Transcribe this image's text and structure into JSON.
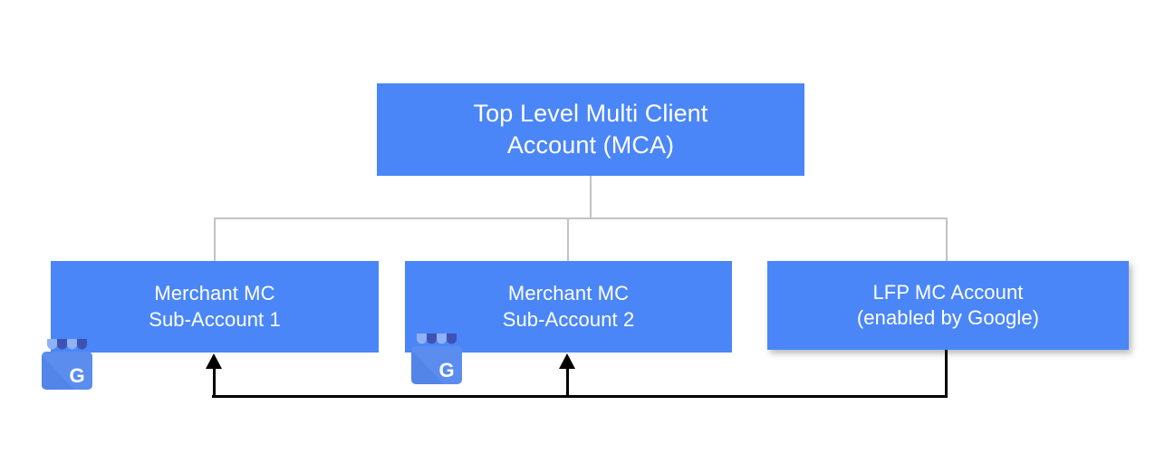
{
  "diagram": {
    "title_text": "",
    "colors": {
      "node_blue": "#4a86f7",
      "connector_gray": "#c3c3c3",
      "arrow_black": "#000000",
      "node_text": "#ffffff",
      "background": "#ffffff"
    },
    "nodes": {
      "mca": {
        "label": "Top Level Multi Client\nAccount (MCA)",
        "line1": "Top Level Multi Client",
        "line2": "Account (MCA)"
      },
      "sub1": {
        "label": "Merchant MC\nSub-Account 1",
        "line1": "Merchant MC",
        "line2": "Sub-Account 1"
      },
      "sub2": {
        "label": "Merchant MC\nSub-Account 2",
        "line1": "Merchant MC",
        "line2": "Sub-Account 2"
      },
      "lfp": {
        "label": "LFP MC Account\n(enabled by Google)",
        "line1": "LFP MC Account",
        "line2": "(enabled by Google)"
      }
    },
    "icons": {
      "gbp_1": "google-business-profile-icon",
      "gbp_2": "google-business-profile-icon",
      "gbp_letter": "G"
    },
    "connectors": {
      "tree_style": "orthogonal-gray",
      "feedback_style": "orthogonal-black-arrow",
      "arrow_targets": [
        "sub1",
        "sub2"
      ],
      "arrow_source": "lfp"
    }
  }
}
